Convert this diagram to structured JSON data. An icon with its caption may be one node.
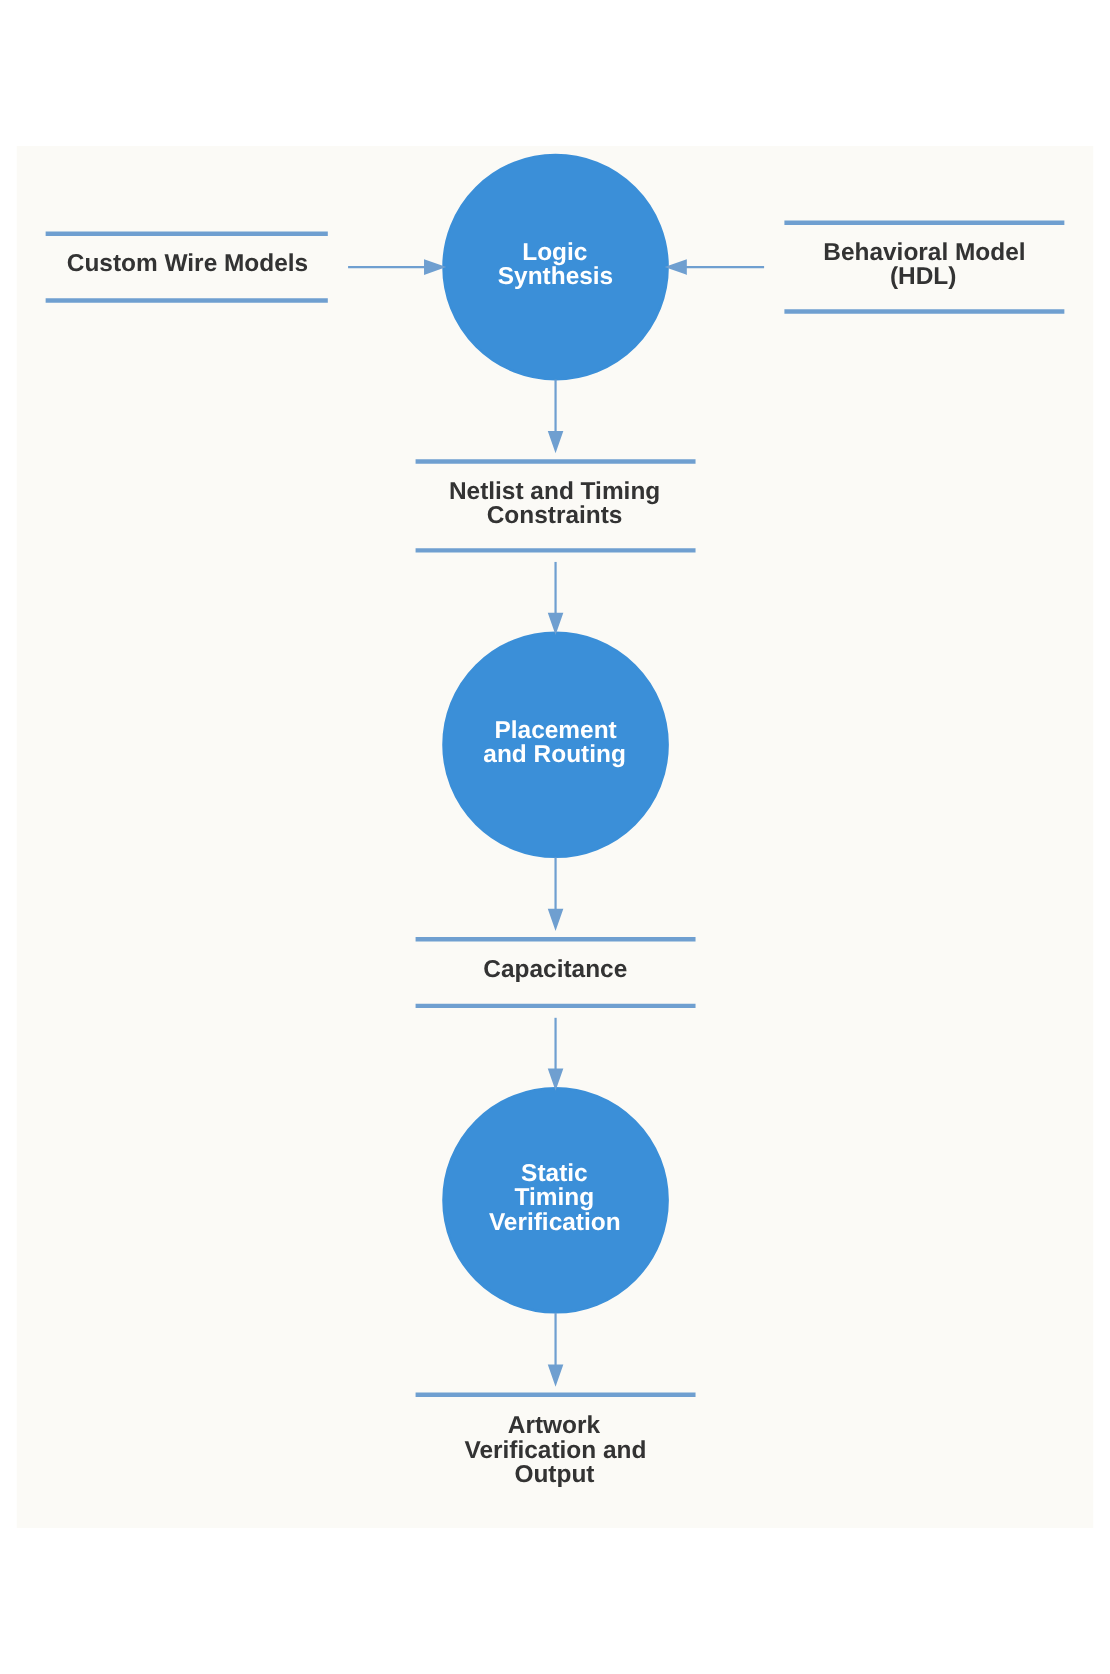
{
  "diagram": {
    "nodes": [
      {
        "text": [
          "Custom Wire Models"
        ]
      },
      {
        "text": [
          "Behavioral Model (HDL)"
        ]
      },
      {
        "text": [
          "Logic Synthesis"
        ]
      },
      {
        "text": [
          "Netlist and Timing Constraints"
        ]
      },
      {
        "text": [
          "Placement and Routing"
        ]
      },
      {
        "text": [
          "Capacitance"
        ]
      },
      {
        "text": [
          "Static Timing Verification"
        ]
      },
      {
        "text": [
          "Artwork Verification and Output"
        ]
      }
    ],
    "edges": [
      {
        "from": 0,
        "to": 2,
        "arrow": "to"
      },
      {
        "from": 1,
        "to": 2,
        "arrow": "to"
      },
      {
        "from": 2,
        "to": 3,
        "arrow": "to"
      },
      {
        "from": 3,
        "to": 4,
        "arrow": "to"
      },
      {
        "from": 4,
        "to": 5,
        "arrow": "to"
      },
      {
        "from": 5,
        "to": 6,
        "arrow": "to"
      },
      {
        "from": 6,
        "to": 7,
        "arrow": "to"
      }
    ]
  }
}
